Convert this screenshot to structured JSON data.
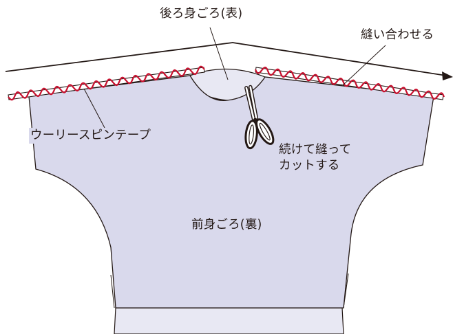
{
  "labels": {
    "back_body_outside": "後ろ身ごろ(表)",
    "sew_together": "縫い合わせる",
    "woolly_spin_tape": "ウーリースピンテープ",
    "cut_line_1": "続けて縫って",
    "cut_line_2": "カットする",
    "front_body_inside": "前身ごろ(裏)"
  },
  "icons": {
    "scissors": "scissors-icon",
    "arrow": "arrow-icon",
    "stitch": "zigzag-stitch"
  },
  "colors": {
    "front_fill": "#d9d9ec",
    "back_fill": "#e8e8f3",
    "stitch": "#c8102e",
    "outline": "#231815",
    "background": "#ffffff"
  }
}
